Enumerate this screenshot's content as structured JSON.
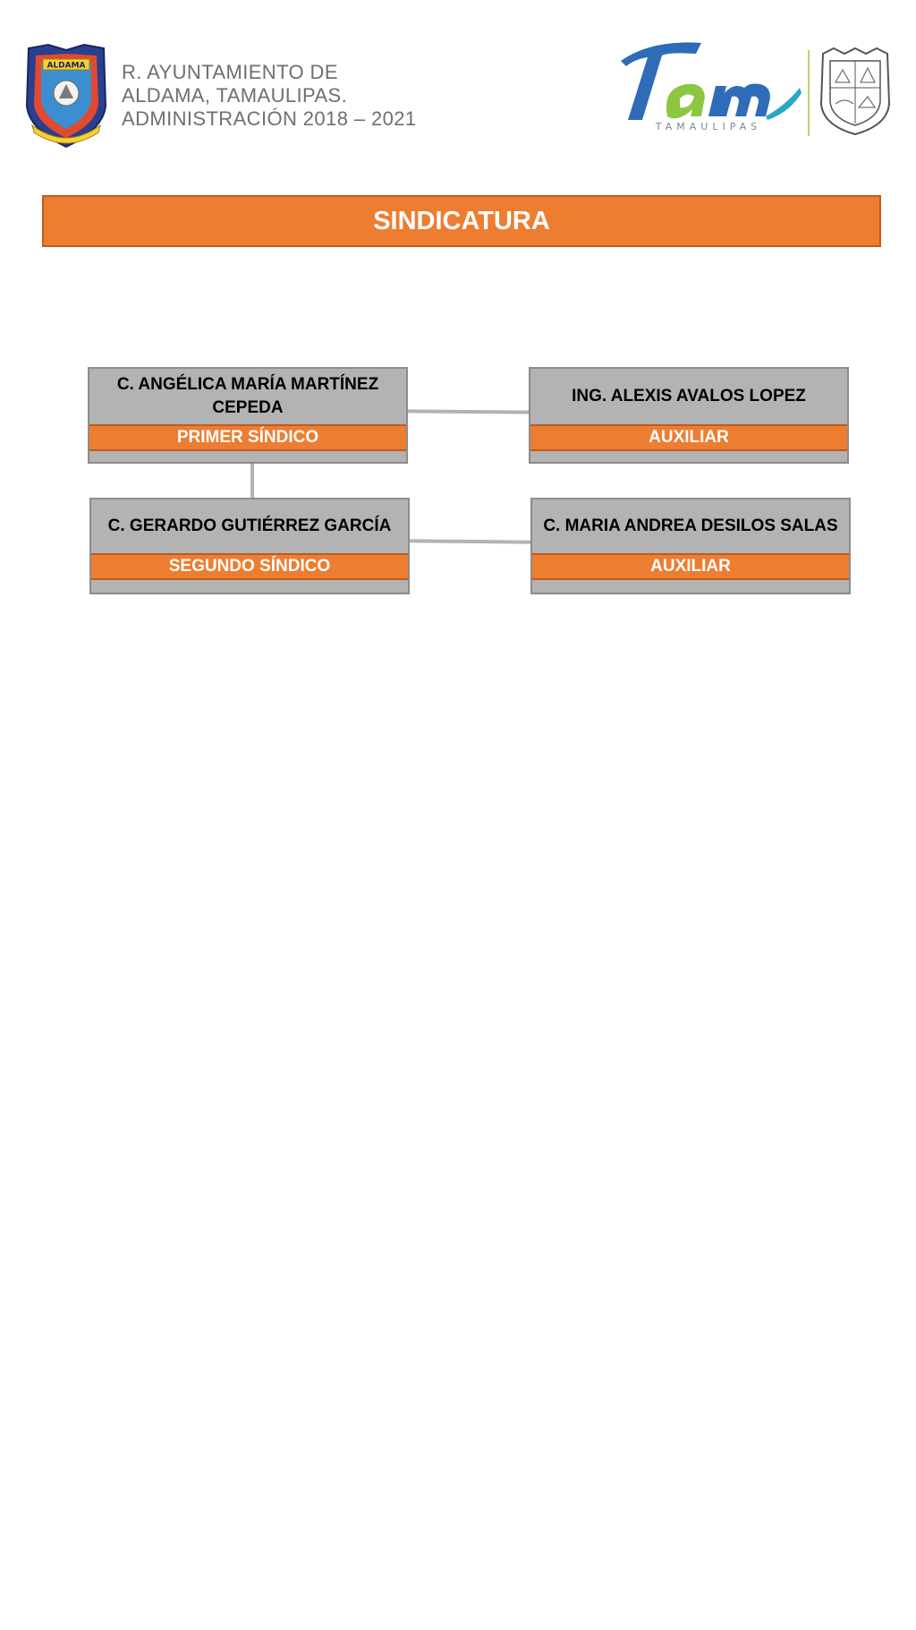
{
  "header": {
    "line1": "R. AYUNTAMIENTO DE",
    "line2": "ALDAMA, TAMAULIPAS.",
    "line3": "ADMINISTRACIÓN  2018 – 2021",
    "muni_logo_text": "ALDAMA",
    "brand_logo_text": "Tam",
    "brand_logo_subtext": "TAMAULIPAS"
  },
  "title": "SINDICATURA",
  "colors": {
    "accent": "#ed7d31",
    "box": "#b3b3b3",
    "border": "#8c8c8c"
  },
  "org": {
    "primer_sindico": {
      "name": "C. ANGÉLICA MARÍA MARTÍNEZ CEPEDA",
      "role": "PRIMER SÍNDICO"
    },
    "auxiliar_1": {
      "name": "ING. ALEXIS AVALOS LOPEZ",
      "role": "AUXILIAR"
    },
    "segundo_sindico": {
      "name": "C. GERARDO GUTIÉRREZ GARCÍA",
      "role": "SEGUNDO SÍNDICO"
    },
    "auxiliar_2": {
      "name": "C. MARIA ANDREA DESILOS SALAS",
      "role": "AUXILIAR"
    }
  }
}
